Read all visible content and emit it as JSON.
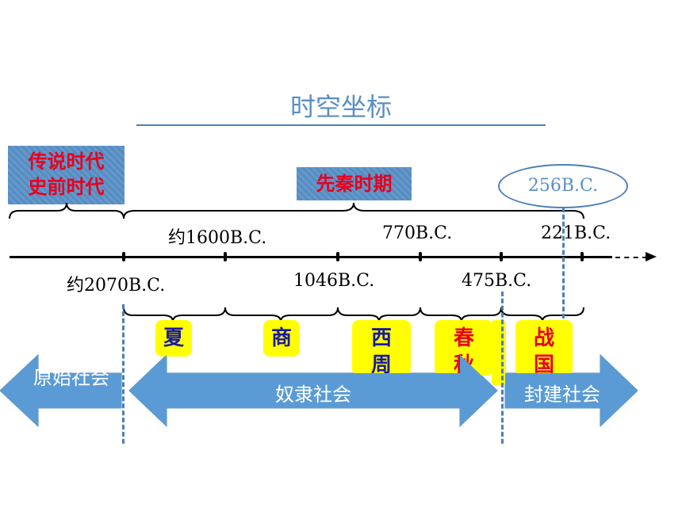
{
  "title": "时空坐标",
  "legend_box": {
    "line1": "传说时代",
    "line2": "史前时代"
  },
  "qin_box": "先秦时期",
  "oval_date": "256B.C.",
  "dates_top": {
    "d1600": "约1600B.C.",
    "d770": "770B.C.",
    "d221": "221B.C."
  },
  "dates_bottom": {
    "d2070": "约2070B.C.",
    "d1046": "1046B.C.",
    "d475": "475B.C."
  },
  "dynasties": {
    "xia": "夏",
    "shang": "商",
    "xizhou_1": "西",
    "xizhou_2": "周",
    "chunqiu_1": "春",
    "chunqiu_2": "秋",
    "zhanguo_1": "战",
    "zhanguo_2": "国"
  },
  "societies": {
    "primitive": "原始社会",
    "slave": "奴隶社会",
    "feudal": "封建社会"
  },
  "colors": {
    "arrow_fill": "#5b9bd5",
    "dyn_box": "#ffff00",
    "red_text": "#e8001c",
    "blue_text": "#1a1aa0",
    "title": "#5a8fc4"
  }
}
